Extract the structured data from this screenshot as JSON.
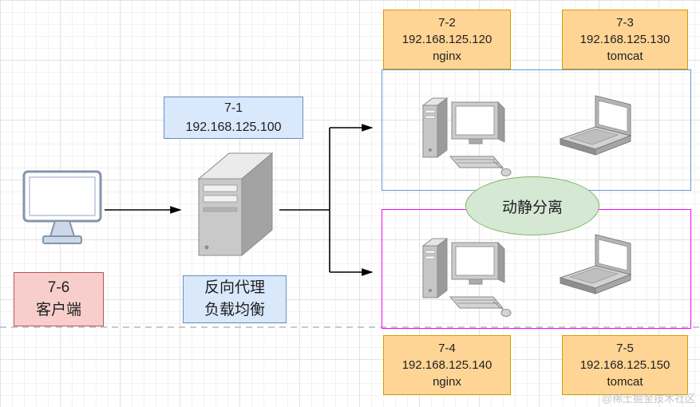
{
  "diagram": {
    "proxy_label": {
      "id": "7-1",
      "ip": "192.168.125.100"
    },
    "proxy_role": {
      "line1": "反向代理",
      "line2": "负载均衡"
    },
    "client": {
      "id": "7-6",
      "label": "客户端"
    },
    "group_top": {
      "nodes": [
        {
          "id": "7-2",
          "ip": "192.168.125.120",
          "service": "nginx"
        },
        {
          "id": "7-3",
          "ip": "192.168.125.130",
          "service": "tomcat"
        }
      ]
    },
    "group_bottom": {
      "nodes": [
        {
          "id": "7-4",
          "ip": "192.168.125.140",
          "service": "nginx"
        },
        {
          "id": "7-5",
          "ip": "192.168.125.150",
          "service": "tomcat"
        }
      ]
    },
    "separation_label": "动静分离"
  },
  "icons": [
    "client-monitor-icon",
    "proxy-server-icon",
    "desktop-computer-icon",
    "laptop-icon"
  ],
  "watermark": "@稀土掘金技术社区",
  "colors": {
    "orange_fill": "#ffd596",
    "orange_border": "#d79b00",
    "blue_fill": "#dae8fc",
    "blue_border": "#6c8ebf",
    "pink_fill": "#f8cecc",
    "pink_border": "#b85450",
    "green_fill": "#d5e8d4",
    "green_border": "#82b366",
    "group_top_border": "#5b9bd5",
    "group_bottom_border": "#ff00ff",
    "connector": "#000000",
    "dashed_divider": "#b8b8b8"
  }
}
